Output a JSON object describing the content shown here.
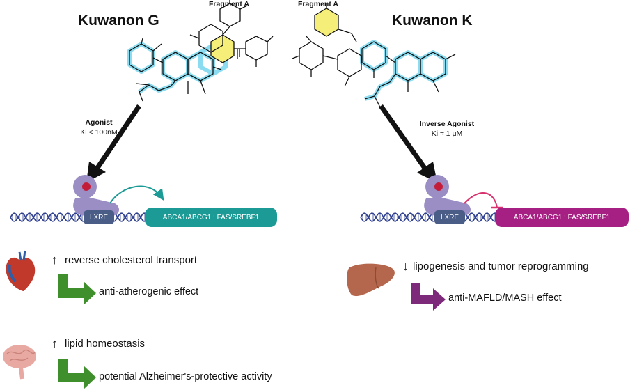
{
  "left": {
    "title": "Kuwanon G",
    "fragment": "Fragment A",
    "activity": "Agonist",
    "ki": "Ki < 100nM",
    "lxre": "LXRE",
    "genes": "ABCA1/ABCG1 ; FAS/SREBF1",
    "effects": [
      {
        "arrow": "↑",
        "text": "reverse cholesterol transport",
        "result": "anti-atherogenic effect",
        "organ": "heart-icon"
      },
      {
        "arrow": "↑",
        "text": "lipid homeostasis",
        "result": "potential Alzheimer's-protective activity",
        "organ": "brain-icon"
      }
    ]
  },
  "right": {
    "title": "Kuwanon K",
    "fragment": "Fragment A",
    "activity": "Inverse Agonist",
    "ki": "Ki ≈ 1 μM",
    "lxre": "LXRE",
    "genes": "ABCA1/ABCG1 ; FAS/SREBF1",
    "effects": [
      {
        "arrow": "↓",
        "text": "lipogenesis and tumor reprogramming",
        "result": "anti-MAFLD/MASH effect",
        "organ": "liver-icon"
      }
    ]
  },
  "colors": {
    "left_accent": "#1c9a95",
    "right_accent": "#a61f83",
    "left_result_arrow": "#3f8f2c",
    "right_result_arrow": "#7c2a79",
    "molecule_highlight": "#7fd9ef",
    "fragment_highlight": "#f5ef7a",
    "dna": "#2f3f8f"
  }
}
